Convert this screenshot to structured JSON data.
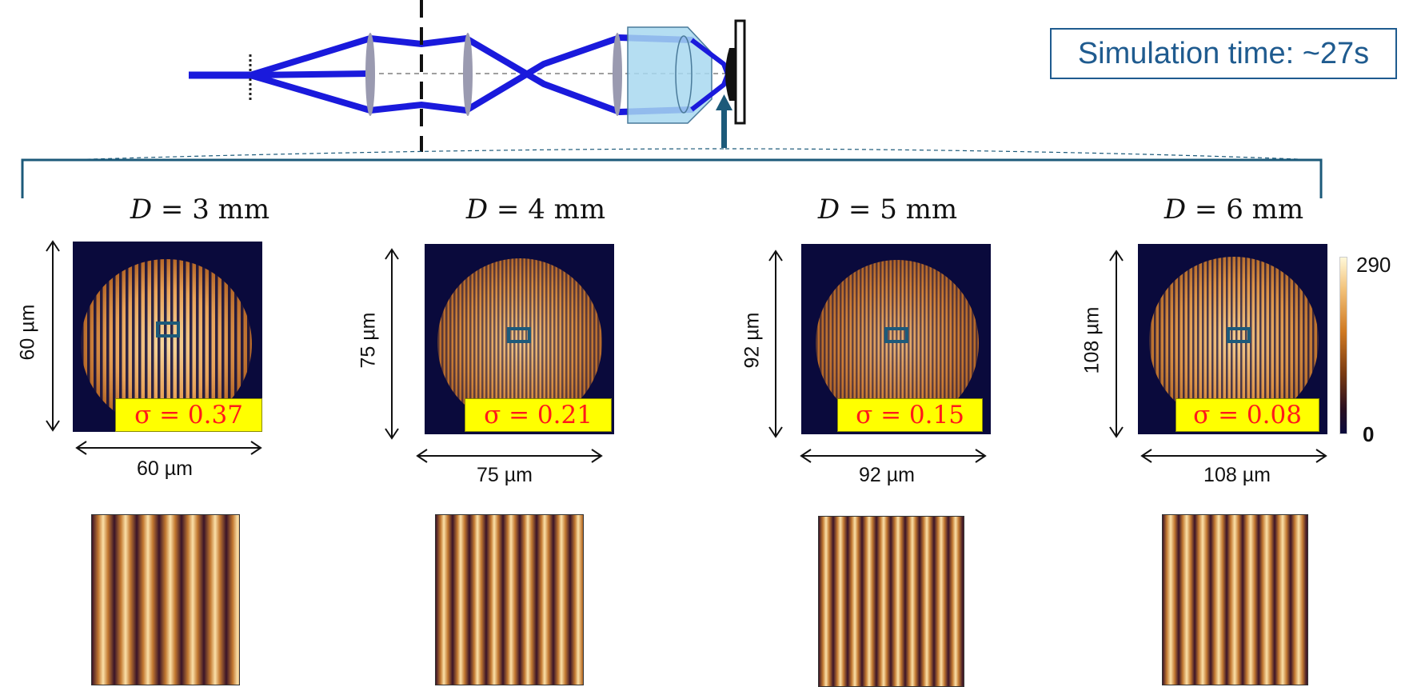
{
  "simulation_box": {
    "text": "Simulation time: ~27s",
    "border_color": "#1f5b8f"
  },
  "setup_icons": {
    "grating": "grating-icon",
    "lens": "lens-icon",
    "aperture": "aperture-stop-icon",
    "objective": "objective-lens-icon",
    "sample": "sample-plate-icon",
    "pointer": "arrow-up-icon"
  },
  "panels": [
    {
      "label_var": "D",
      "label_eq": " = 3 mm",
      "sigma_text": "σ = 0.37",
      "width_label": "60 µm",
      "height_label": "60 µm"
    },
    {
      "label_var": "D",
      "label_eq": " = 4 mm",
      "sigma_text": "σ = 0.21",
      "width_label": "75 µm",
      "height_label": "75 µm"
    },
    {
      "label_var": "D",
      "label_eq": " = 5 mm",
      "sigma_text": "σ = 0.15",
      "width_label": "92 µm",
      "height_label": "92 µm"
    },
    {
      "label_var": "D",
      "label_eq": " = 6 mm",
      "sigma_text": "σ = 0.08",
      "width_label": "108 µm",
      "height_label": "108 µm"
    }
  ],
  "colorbar": {
    "max": "290",
    "min": "0"
  },
  "colors": {
    "beam": "#1a1adc",
    "lens": "#9a9ab0",
    "objective": "#a8d8f0",
    "roi": "#1c5a7a",
    "sigma_bg": "#ffff00",
    "sigma_text": "#ff1a1a",
    "background_dark": "#0a0a3c",
    "fringe_bright": "#f2c27a"
  }
}
